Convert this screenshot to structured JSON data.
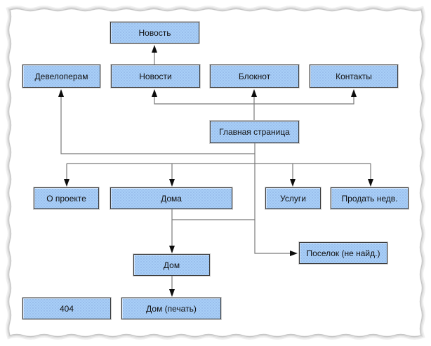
{
  "diagram": {
    "title": "sitemap-structure",
    "nodes": {
      "novost": {
        "label": "Новость"
      },
      "developeram": {
        "label": "Девелоперам"
      },
      "novosti": {
        "label": "Новости"
      },
      "bloknot": {
        "label": "Блокнот"
      },
      "kontakty": {
        "label": "Контакты"
      },
      "glavnaya": {
        "label": "Главная страница"
      },
      "o_proekte": {
        "label": "О проекте"
      },
      "doma": {
        "label": "Дома"
      },
      "uslugi": {
        "label": "Услуги"
      },
      "prodat_nedv": {
        "label": "Продать недв."
      },
      "poselok": {
        "label": "Поселок (не найд.)"
      },
      "dom": {
        "label": "Дом"
      },
      "err404": {
        "label": "404"
      },
      "dom_pechat": {
        "label": "Дом (печать)"
      }
    },
    "edges": [
      {
        "from": "novosti",
        "to": "novost"
      },
      {
        "from": "glavnaya",
        "to": "bloknot"
      },
      {
        "from": "glavnaya",
        "to": "novosti"
      },
      {
        "from": "glavnaya",
        "to": "kontakty"
      },
      {
        "from": "glavnaya",
        "to": "developeram"
      },
      {
        "from": "glavnaya",
        "to": "o_proekte"
      },
      {
        "from": "glavnaya",
        "to": "doma"
      },
      {
        "from": "glavnaya",
        "to": "uslugi"
      },
      {
        "from": "glavnaya",
        "to": "prodat_nedv"
      },
      {
        "from": "glavnaya",
        "to": "poselok"
      },
      {
        "from": "doma",
        "to": "dom"
      },
      {
        "from": "dom",
        "to": "dom_pechat"
      }
    ],
    "colors": {
      "node_fill": "#a8cff7",
      "node_dot": "#92b4e6",
      "node_border": "#3a3a3a",
      "line": "#7a7a7a",
      "arrow": "#0d0d0d",
      "frame_line": "#c6c6c6",
      "frame_shadow": "#dedede",
      "background": "#ffffff"
    }
  }
}
